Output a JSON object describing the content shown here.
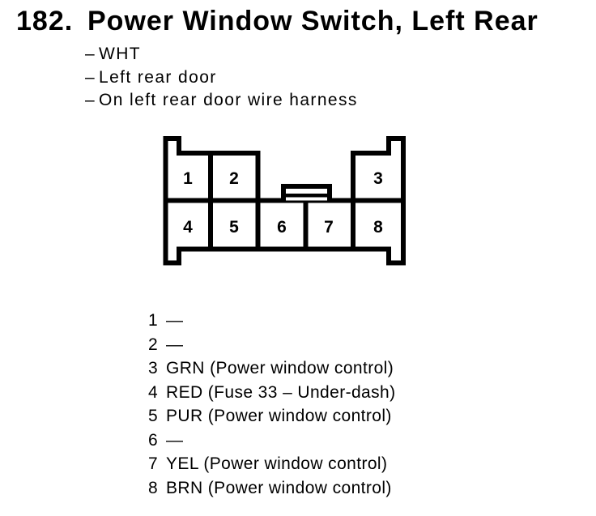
{
  "document": {
    "heading": {
      "number": "182.",
      "title": "Power Window Switch, Left Rear"
    },
    "notes": {
      "bullet": "–",
      "items": [
        "WHT",
        "Left rear door",
        "On left rear door wire harness"
      ]
    },
    "connector": {
      "description": "8-pin connector face view",
      "pins": [
        "1",
        "2",
        "3",
        "4",
        "5",
        "6",
        "7",
        "8"
      ]
    },
    "pinout": [
      {
        "pin": "1",
        "desc": "—"
      },
      {
        "pin": "2",
        "desc": "—"
      },
      {
        "pin": "3",
        "desc": "GRN (Power window control)"
      },
      {
        "pin": "4",
        "desc": "RED (Fuse 33 – Under-dash)"
      },
      {
        "pin": "5",
        "desc": "PUR (Power window control)"
      },
      {
        "pin": "6",
        "desc": "—"
      },
      {
        "pin": "7",
        "desc": "YEL (Power window control)"
      },
      {
        "pin": "8",
        "desc": "BRN (Power window control)"
      }
    ]
  }
}
